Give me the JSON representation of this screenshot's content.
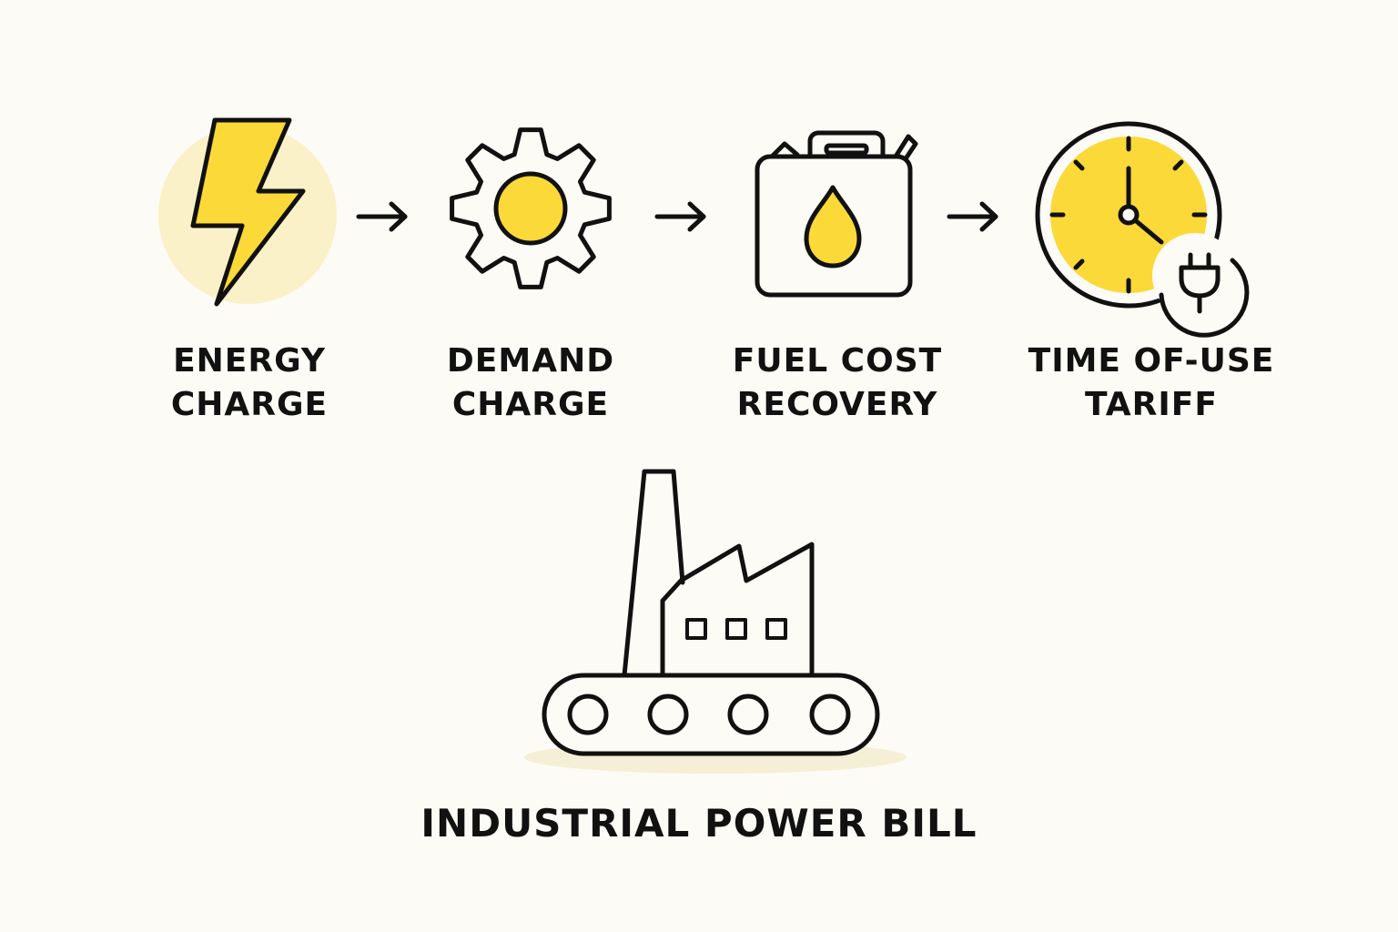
{
  "colors": {
    "background": "#fcfbf5",
    "stroke": "#111111",
    "accent_yellow": "#fbd938",
    "soft_yellow": "#fbf1c8"
  },
  "steps": [
    {
      "line1": "ENERGY",
      "line2": "CHARGE",
      "icon": "lightning-bolt-icon"
    },
    {
      "line1": "DEMAND",
      "line2": "CHARGE",
      "icon": "gear-icon"
    },
    {
      "line1": "FUEL COST",
      "line2": "RECOVERY",
      "icon": "fuel-can-icon"
    },
    {
      "line1": "TIME OF-USE",
      "line2": "TARIFF",
      "icon": "clock-plug-icon"
    }
  ],
  "arrow_icon": "arrow-right-icon",
  "bottom": {
    "title": "INDUSTRIAL POWER BILL",
    "icon": "factory-conveyor-icon"
  }
}
